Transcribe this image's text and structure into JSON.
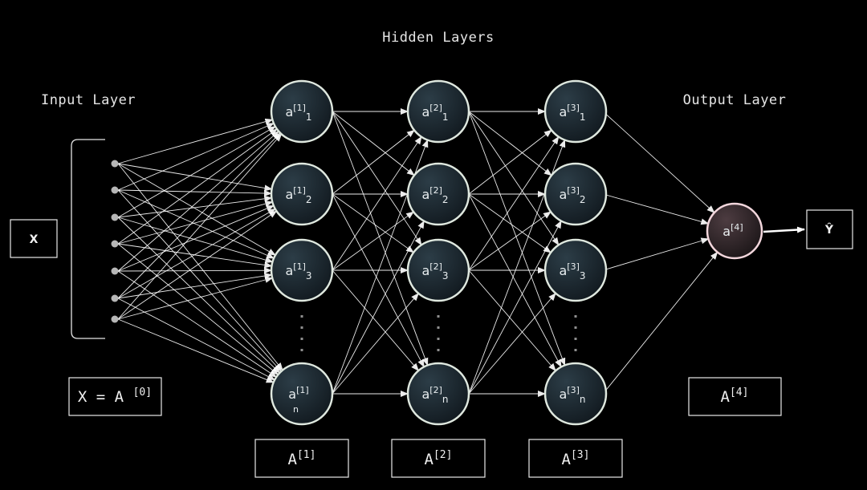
{
  "titles": {
    "hidden_layers": "Hidden Layers",
    "input_layer": "Input Layer",
    "output_layer": "Output Layer"
  },
  "boxes": {
    "x": "X",
    "x_eq_a0": "X = A[0]",
    "a1": "A[1]",
    "a2": "A[2]",
    "a3": "A[3]",
    "a4": "A[4]",
    "yhat": "Ŷ"
  },
  "nodes": {
    "layer1": [
      {
        "base": "a",
        "sup": "[1]",
        "sub": "1"
      },
      {
        "base": "a",
        "sup": "[1]",
        "sub": "2"
      },
      {
        "base": "a",
        "sup": "[1]",
        "sub": "3"
      },
      {
        "base": "a",
        "sup": "[1]",
        "sub": "n"
      }
    ],
    "layer2": [
      {
        "base": "a",
        "sup": "[2]",
        "sub": "1"
      },
      {
        "base": "a",
        "sup": "[2]",
        "sub": "2"
      },
      {
        "base": "a",
        "sup": "[2]",
        "sub": "3"
      },
      {
        "base": "a",
        "sup": "[2]",
        "sub": "n"
      }
    ],
    "layer3": [
      {
        "base": "a",
        "sup": "[3]",
        "sub": "1"
      },
      {
        "base": "a",
        "sup": "[3]",
        "sub": "2"
      },
      {
        "base": "a",
        "sup": "[3]",
        "sub": "3"
      },
      {
        "base": "a",
        "sup": "[3]",
        "sub": "n"
      }
    ],
    "output": {
      "base": "a",
      "sup": "[4]"
    }
  },
  "colors": {
    "background": "#000000",
    "hidden_node_fill_top": "#2a3a44",
    "hidden_node_fill_bottom": "#141d24",
    "output_node_fill_top": "#4a3a3e",
    "output_node_fill_bottom": "#1f1a1c"
  }
}
